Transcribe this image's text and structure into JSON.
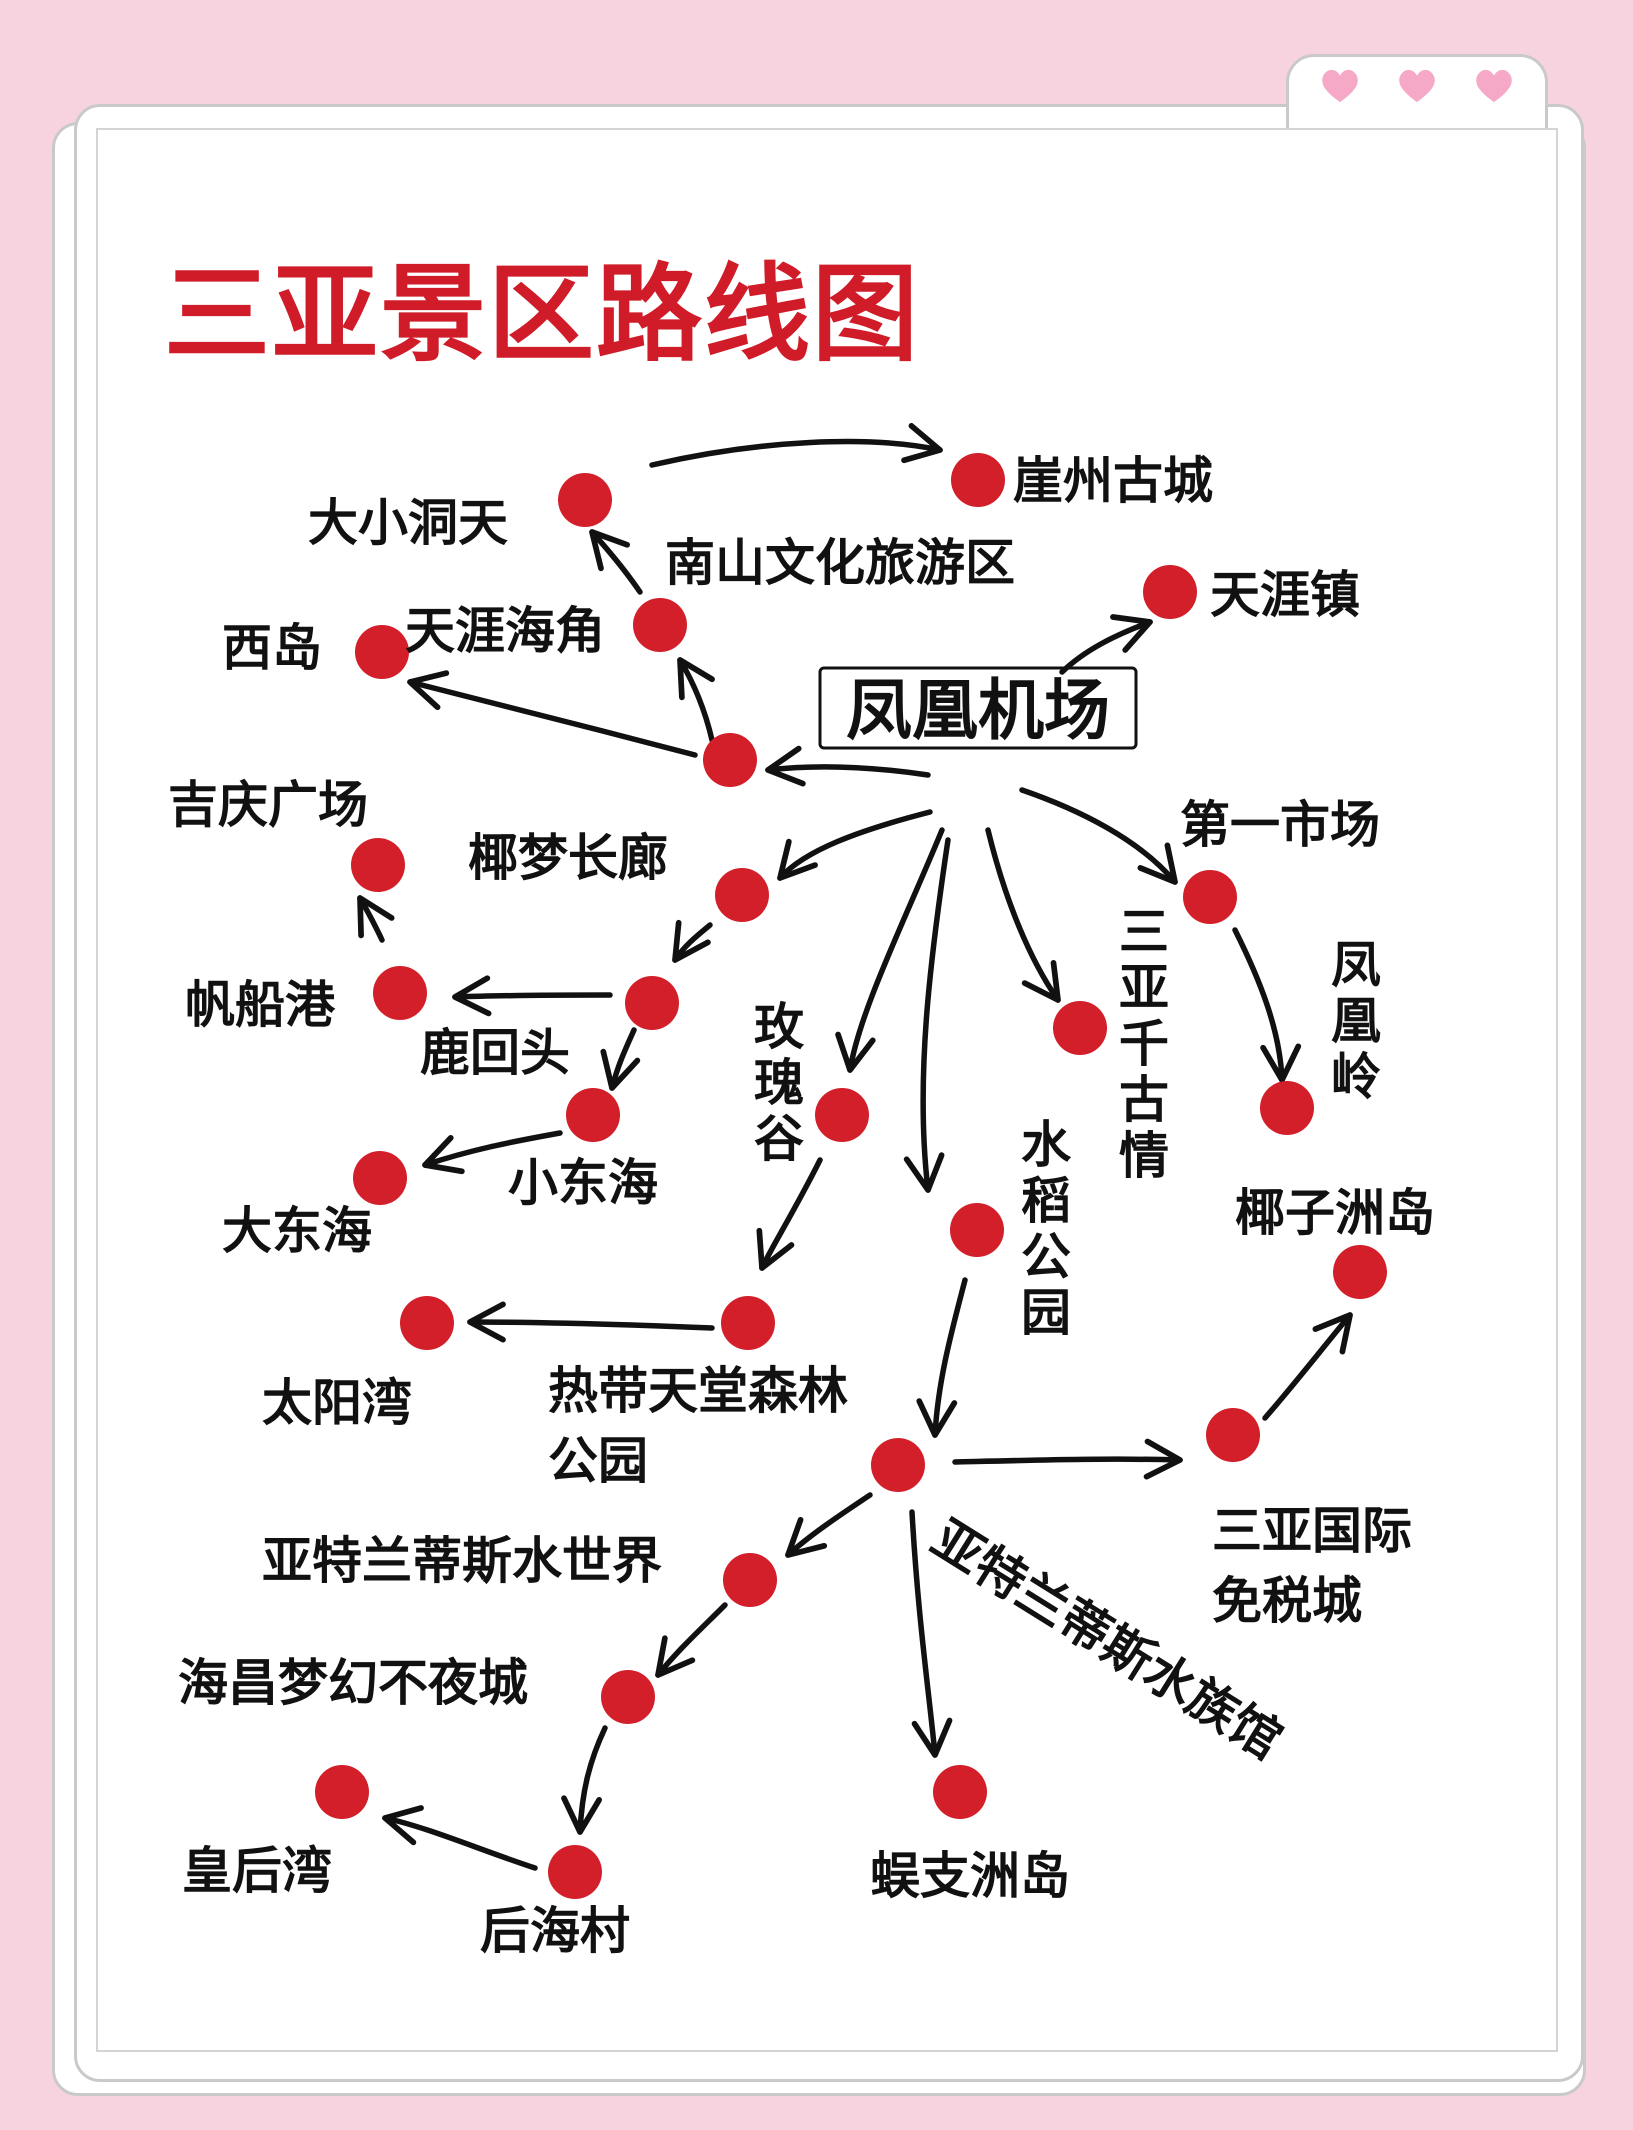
{
  "title": "三亚景区路线图",
  "colors": {
    "node": "#d21f2a",
    "title": "#cf1c28",
    "background": "#f7d3e0"
  },
  "decorations": [
    "heart-icon",
    "heart-icon",
    "heart-icon"
  ],
  "hub": "凤凰机场",
  "labels": {
    "yazhou": "崖州古城",
    "daxiao": "大小洞天",
    "nanshan": "南山文化旅游区",
    "tianyazhen": "天涯镇",
    "xidao": "西岛",
    "tianyahj": "天涯海角",
    "diyi": "第一市场",
    "jiqing": "吉庆广场",
    "yemeng": "椰梦长廊",
    "qiangu": "三亚千古情",
    "fenghl": "凤凰岭",
    "fanchuan": "帆船港",
    "luhuitou": "鹿回头",
    "meigui": "玫瑰谷",
    "xiaodonghai": "小东海",
    "dadonghai": "大东海",
    "shuidao": "水稻公园",
    "yezizhou": "椰子洲岛",
    "taiyang": "太阳湾",
    "redai_1": "热带天堂森林",
    "redai_2": "公园",
    "miansui_1": "三亚国际",
    "miansui_2": "免税城",
    "atlantis_world": "亚特兰蒂斯水世界",
    "atlantis_aquarium": "亚特兰蒂斯水族馆",
    "haichang": "海昌梦幻不夜城",
    "huanghou": "皇后湾",
    "houhai": "后海村",
    "wuzhizhou": "蜈支洲岛"
  }
}
